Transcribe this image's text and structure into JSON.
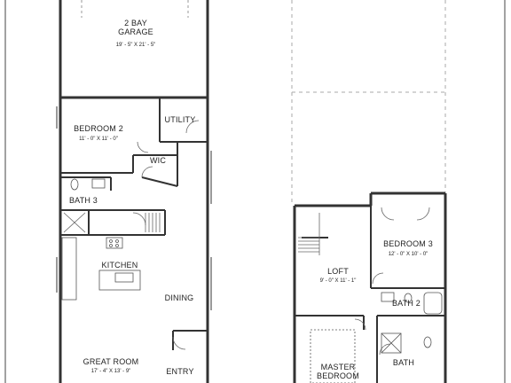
{
  "plan": {
    "first_floor": {
      "garage": {
        "title_line1": "2 BAY",
        "title_line2": "GARAGE",
        "dims": "19' - 5\" X 21' - 5\""
      },
      "bedroom2": {
        "title": "BEDROOM 2",
        "dims": "11' - 0\" X 11' - 0\""
      },
      "utility": {
        "title": "UTILITY"
      },
      "wic": {
        "title": "WIC"
      },
      "bath3": {
        "title": "BATH 3"
      },
      "kitchen": {
        "title": "KITCHEN"
      },
      "dining": {
        "title": "DINING"
      },
      "great_room": {
        "title": "GREAT ROOM",
        "dims": "17' - 4\" X 13' - 9\""
      },
      "entry": {
        "title": "ENTRY"
      }
    },
    "second_floor": {
      "bedroom3": {
        "title": "BEDROOM 3",
        "dims": "12' - 0\" X 10' - 0\""
      },
      "loft": {
        "title": "LOFT",
        "dims": "9' - 0\" X 11' - 1\""
      },
      "bath2": {
        "title": "BATH 2"
      },
      "bath": {
        "title": "BATH"
      },
      "master": {
        "title_line1": "MASTER",
        "title_line2": "BEDROOM"
      }
    },
    "colors": {
      "wall": "#333333",
      "dashed": "#aaaaaa",
      "fixture": "#555555"
    }
  }
}
